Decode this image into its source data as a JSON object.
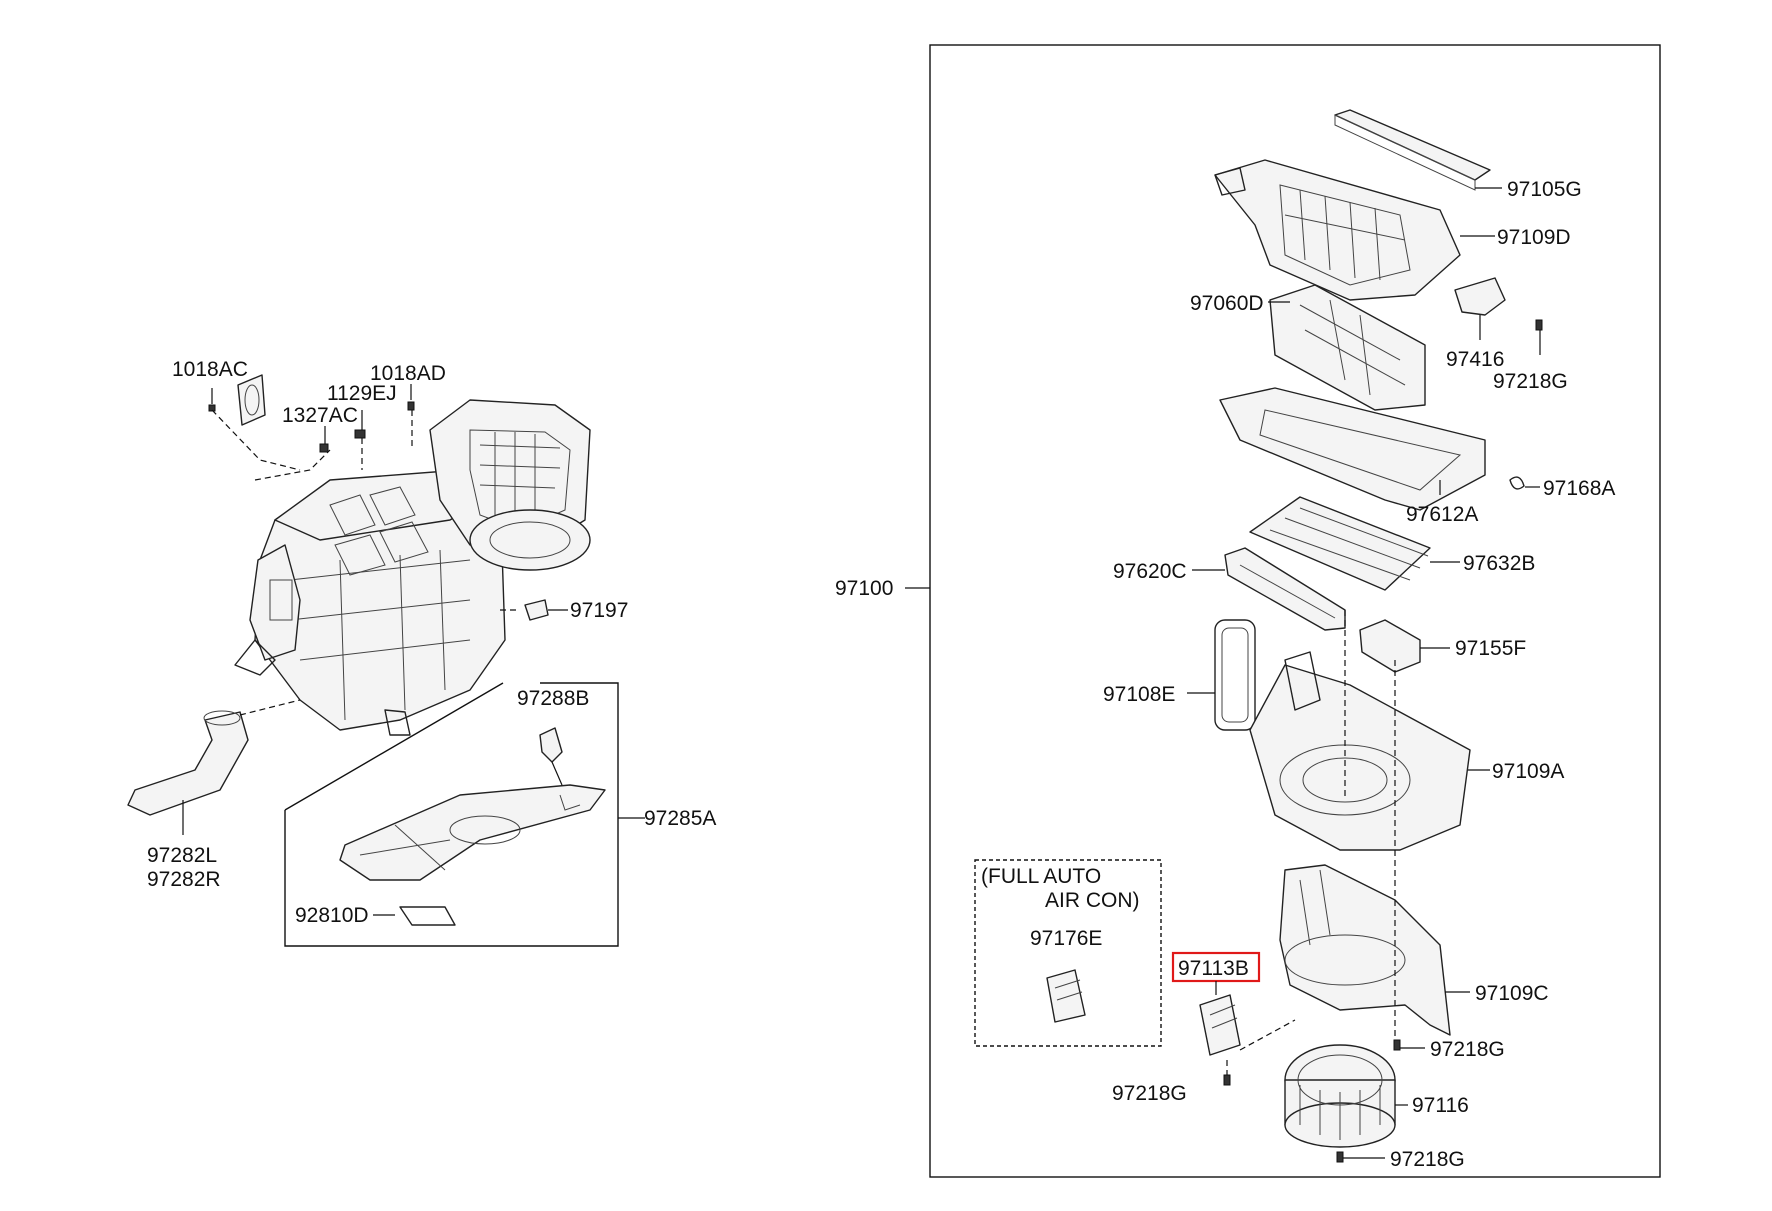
{
  "labels": {
    "p1018AC": "1018AC",
    "p1018AD": "1018AD",
    "p1129EJ": "1129EJ",
    "p1327AC": "1327AC",
    "p97197": "97197",
    "p97288B": "97288B",
    "p97285A": "97285A",
    "p92810D": "92810D",
    "p97282L": "97282L",
    "p97282R": "97282R",
    "p97100": "97100",
    "p97105G": "97105G",
    "p97109D": "97109D",
    "p97060D": "97060D",
    "p97416": "97416",
    "p97218G_a": "97218G",
    "p97168A": "97168A",
    "p97612A": "97612A",
    "p97620C": "97620C",
    "p97632B": "97632B",
    "p97155F": "97155F",
    "p97108E": "97108E",
    "p97109A": "97109A",
    "note_line1": "(FULL AUTO",
    "note_line2": "AIR CON)",
    "p97176E": "97176E",
    "p97113B": "97113B",
    "p97109C": "97109C",
    "p97218G_b": "97218G",
    "p97218G_c": "97218G",
    "p97116": "97116",
    "p97218G_d": "97218G"
  },
  "colors": {
    "line": "#222222",
    "highlight": "#e01919",
    "background": "#ffffff"
  }
}
